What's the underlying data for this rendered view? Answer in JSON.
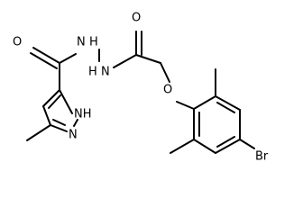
{
  "molecule": {
    "labels": {
      "carbonyl_o_left": "O",
      "carbonyl_o_right": "O",
      "hydrazide_nh_1": "N",
      "hydrazide_h_1": "H",
      "hydrazide_nh_2": "N",
      "hydrazide_h_2": "H",
      "ether_o": "O",
      "pyrazole_nh": "NH",
      "pyrazole_n": "N",
      "bromo": "Br"
    }
  }
}
